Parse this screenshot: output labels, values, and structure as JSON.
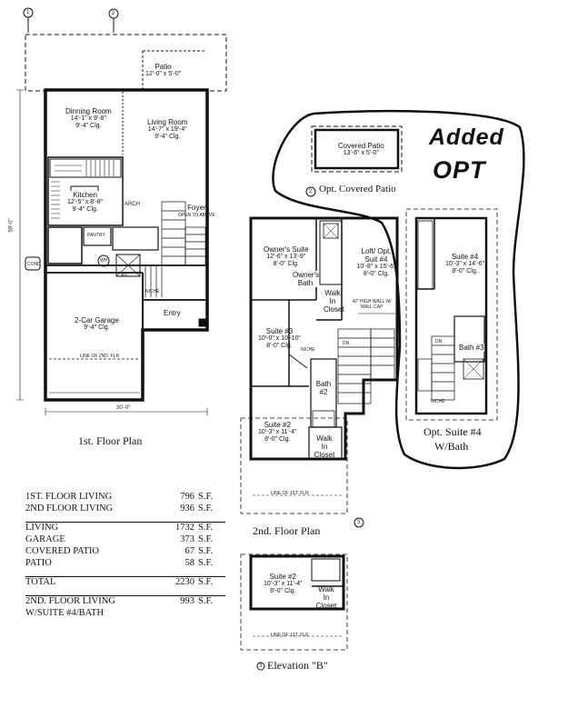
{
  "floor1": {
    "caption": "1st. Floor Plan",
    "width_dim": "30'-0\"",
    "depth_dim": "59'-0\"",
    "rooms": {
      "patio": {
        "name": "Patio",
        "dim": "12'-0\" x 5'-0\""
      },
      "dining": {
        "name": "Dinning Room",
        "dim": "14'-1\" x 9'-8\"",
        "clg": "9'-4\" Clg."
      },
      "living": {
        "name": "Living Room",
        "dim": "14'-7\" x 19'-4\"",
        "clg": "9'-4\" Clg."
      },
      "kitchen": {
        "name": "Kitchen",
        "dim": "12'-5\" x 8'-8\"",
        "clg": "9'-4\" Clg."
      },
      "foyer": {
        "name": "Foyer",
        "note": "OPEN TO ABOVE"
      },
      "garage": {
        "name": "2-Car Garage",
        "clg": "9'-4\" Clg."
      },
      "entry": {
        "name": "Entry"
      },
      "arch": "ARCH",
      "pantry": "PANTRY",
      "wh": "WH",
      "ac": "A/C",
      "niche": "NICHE",
      "cond": "COND",
      "line_of_2nd": "LINE OF 2ND. FLR"
    }
  },
  "covered_patio": {
    "caption": "Opt. Covered Patio",
    "name": "Covered Patio",
    "dim": "13'-6\" x 5'-0\"",
    "marker": "2"
  },
  "floor2": {
    "caption": "2nd. Floor Plan",
    "marker": "3",
    "rooms": {
      "owners_suite": {
        "name": "Owner's Suite",
        "dim": "12'-6\" x 13'-9\"",
        "clg": "8'-0\" Clg."
      },
      "owners_bath": {
        "name": "Owner's Bath"
      },
      "walk_in_1": {
        "name": "Walk In Closet"
      },
      "loft": {
        "name": "Loft/ Opt. Suit #4",
        "dim": "10'-8\" x 15'-6\"",
        "clg": "8'-0\" Clg."
      },
      "suite3": {
        "name": "Suite #3",
        "dim": "10'-0\" x 10'-10\"",
        "clg": "8'-0\" Clg."
      },
      "bath2": {
        "name": "Bath #2"
      },
      "suite2": {
        "name": "Suite #2",
        "dim": "10'-3\" x 11'-4\"",
        "clg": "8'-0\" Clg."
      },
      "walk_in_2": {
        "name": "Walk In Closet"
      },
      "wall_note": "42\" HIGH WALL W/ WALL CAP",
      "niche": "NICHE",
      "dn": "DN",
      "line_of_1st": "LINE OF 1ST. FLR"
    }
  },
  "opt_suite4": {
    "caption": "Opt. Suite #4",
    "caption2": "W/Bath",
    "suite": {
      "name": "Suite #4",
      "dim": "10'-3\" x 14'-6\"",
      "clg": "8'-0\" Clg."
    },
    "bath": {
      "name": "Bath #3"
    },
    "dn": "DN",
    "niche": "NICHE"
  },
  "elevation_b": {
    "caption": "Elevation \"B\"",
    "marker": "3",
    "suite": {
      "name": "Suite #2",
      "dim": "10'-3\" x 11'-4\"",
      "clg": "8'-0\" Clg."
    },
    "walk_in": {
      "name": "Walk In Closet"
    },
    "line_of_1st": "LINE OF 1ST. FLR"
  },
  "handwriting": {
    "line1": "Added",
    "line2": "OPT"
  },
  "grid_markers": [
    "1",
    "2"
  ],
  "areas": {
    "rows1": [
      {
        "name": "1ST. FLOOR LIVING",
        "value": "796",
        "unit": "S.F."
      },
      {
        "name": "2ND FLOOR LIVING",
        "value": "936",
        "unit": "S.F."
      }
    ],
    "rows2": [
      {
        "name": "LIVING",
        "value": "1732",
        "unit": "S.F."
      },
      {
        "name": "GARAGE",
        "value": "373",
        "unit": "S.F."
      },
      {
        "name": "COVERED PATIO",
        "value": "67",
        "unit": "S.F."
      },
      {
        "name": "PATIO",
        "value": "58",
        "unit": "S.F."
      }
    ],
    "total": {
      "name": "TOTAL",
      "value": "2230",
      "unit": "S.F."
    },
    "suite_row": {
      "name": "2ND. FLOOR LIVING",
      "name2": "W/SUITE #4/BATH",
      "value": "993",
      "unit": "S.F."
    }
  }
}
